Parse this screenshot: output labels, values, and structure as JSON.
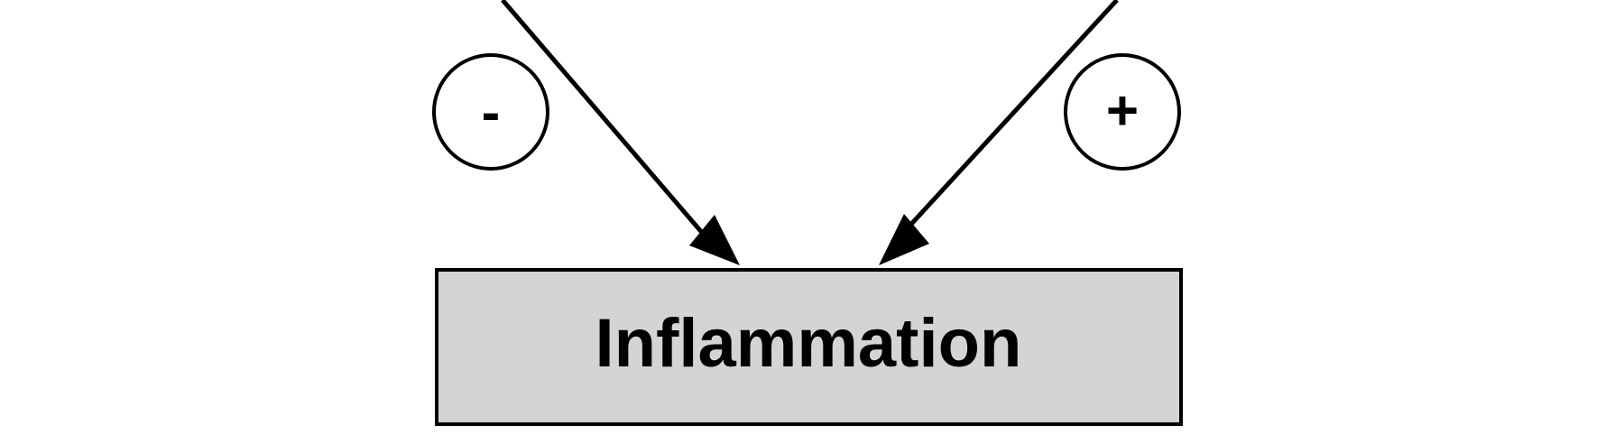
{
  "diagram": {
    "target": {
      "label": "Inflammation",
      "fill": "#d4d4d4",
      "border": "#000000"
    },
    "inputs": [
      {
        "sign": "-",
        "effect": "negative"
      },
      {
        "sign": "+",
        "effect": "positive"
      }
    ],
    "colors": {
      "line": "#000000",
      "circle_fill": "#ffffff"
    }
  }
}
